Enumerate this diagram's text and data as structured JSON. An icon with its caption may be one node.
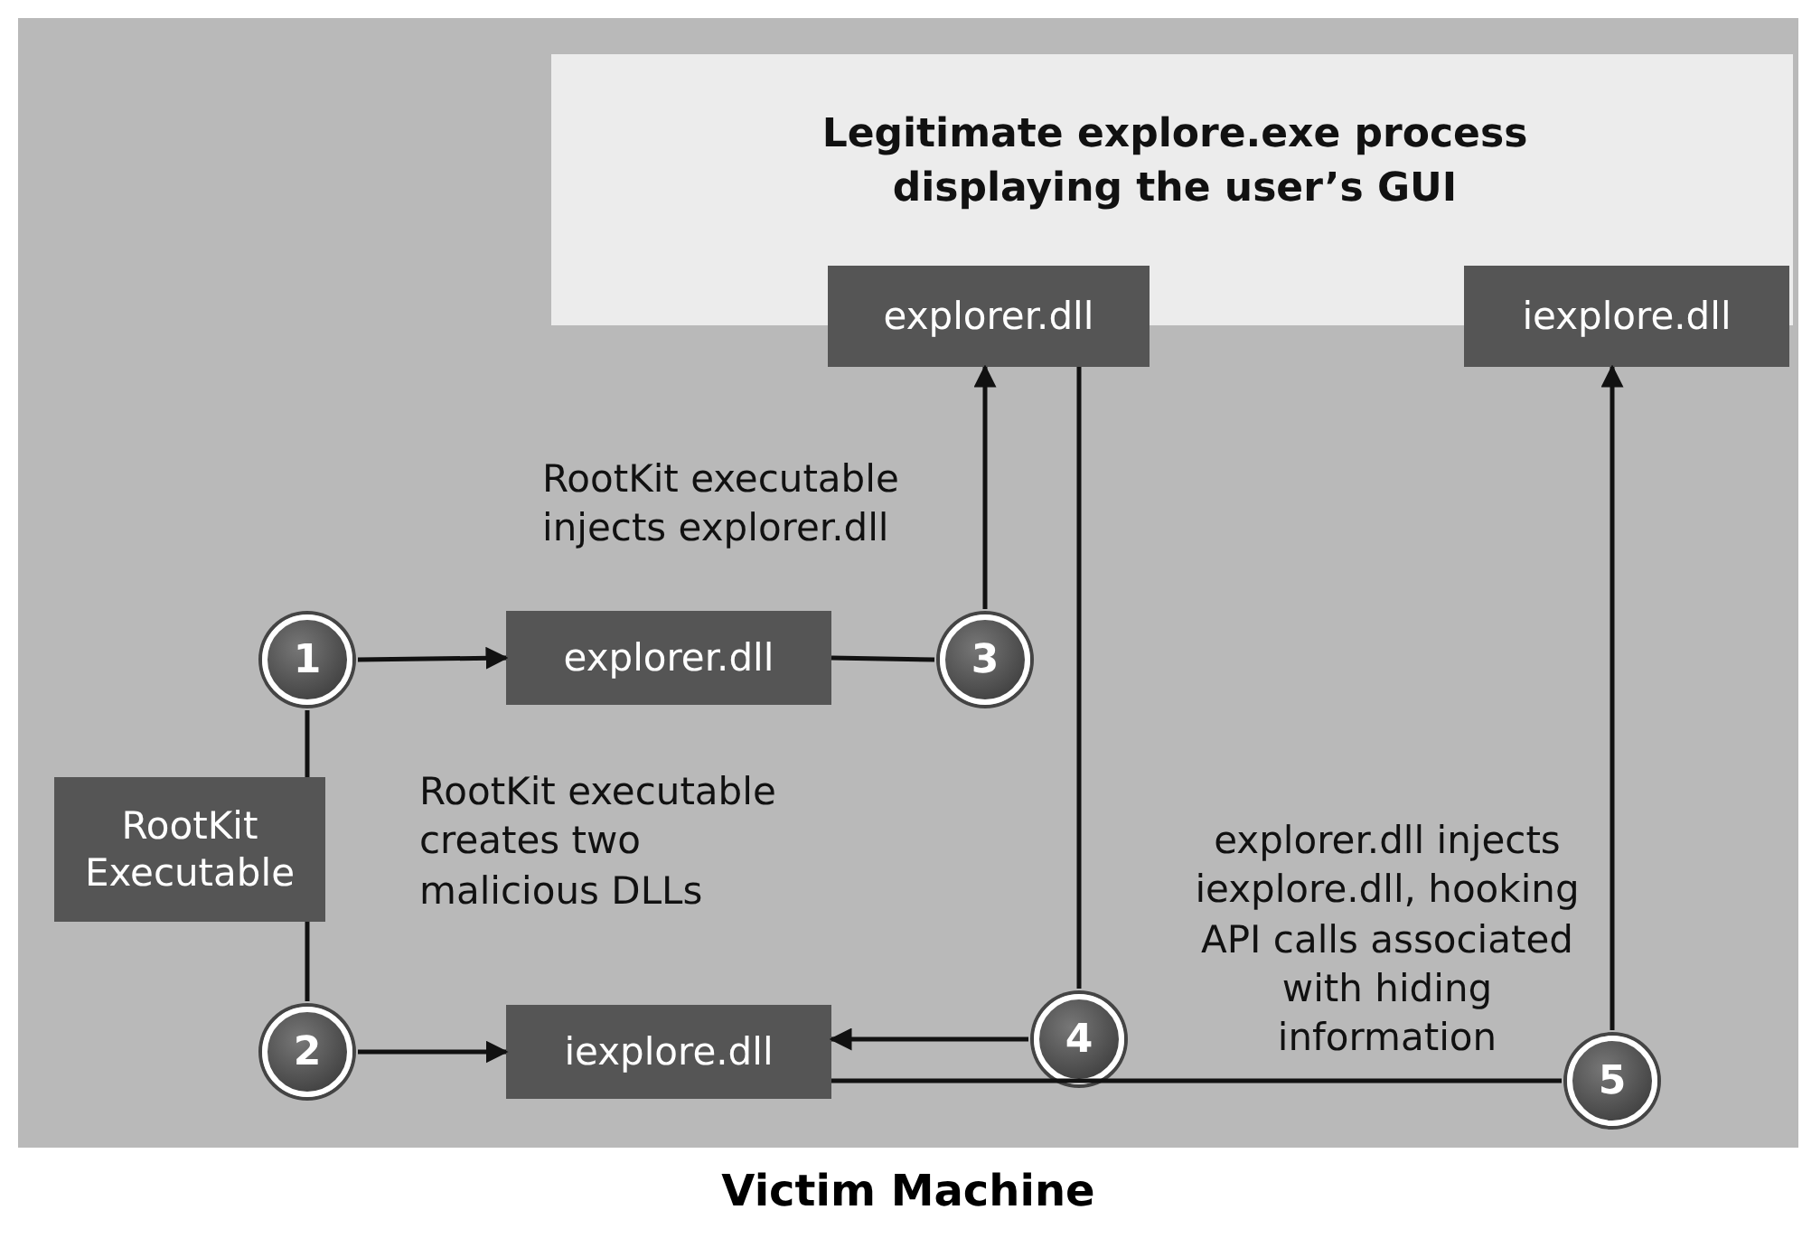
{
  "diagram": {
    "nodes": [
      {
        "text": [
          "Victim Machine"
        ]
      },
      {
        "text": [
          "Legitimate explore.exe process displaying the user’s GUI"
        ],
        "in": 0
      },
      {
        "text": [
          "explorer.dll"
        ],
        "in": 0
      },
      {
        "text": [
          "iexplore.dll"
        ],
        "in": 0
      },
      {
        "text": [
          "RootKit Executable"
        ],
        "in": 0
      },
      {
        "text": [
          "1"
        ],
        "in": 0
      },
      {
        "text": [
          "explorer.dll"
        ],
        "in": 0
      },
      {
        "text": [
          "3"
        ],
        "in": 0
      },
      {
        "text": [
          "2"
        ],
        "in": 0
      },
      {
        "text": [
          "iexplore.dll"
        ],
        "in": 0
      },
      {
        "text": [
          "4"
        ],
        "in": 0
      },
      {
        "text": [
          "5"
        ],
        "in": 0
      }
    ],
    "edges": [
      {
        "from": 4,
        "to": 5,
        "arrow": "none"
      },
      {
        "from": 5,
        "to": 6,
        "arrow": "to"
      },
      {
        "from": 6,
        "to": 7,
        "arrow": "none"
      },
      {
        "from": 7,
        "to": 2,
        "arrow": "to"
      },
      {
        "from": 4,
        "to": 8,
        "arrow": "none"
      },
      {
        "from": 8,
        "to": 9,
        "arrow": "to"
      },
      {
        "from": 2,
        "to": 10,
        "arrow": "none"
      },
      {
        "from": 10,
        "to": 9,
        "arrow": "to"
      },
      {
        "from": 9,
        "to": 11,
        "arrow": "none"
      },
      {
        "from": 11,
        "to": 3,
        "arrow": "to"
      }
    ],
    "labels": [
      "RootKit executable injects explorer.dll",
      "RootKit executable creates two malicious DLLs",
      "explorer.dll injects iexplore.dll, hooking API calls associated with hiding information"
    ]
  }
}
